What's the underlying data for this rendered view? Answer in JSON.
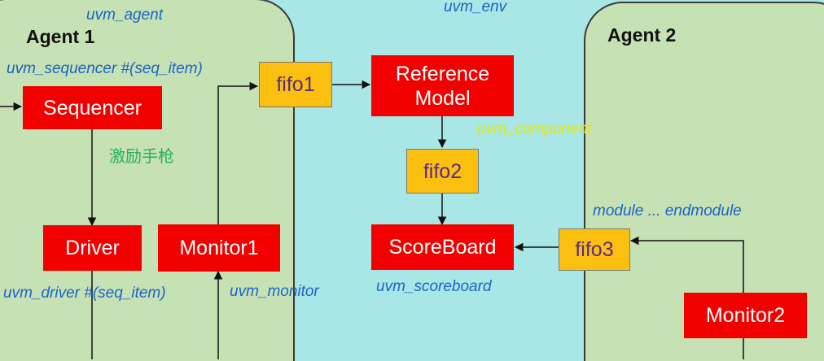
{
  "env_label": "uvm_env",
  "agent1": {
    "title": "Agent 1",
    "class_label": "uvm_agent",
    "sequencer_class": "uvm_sequencer #(seq_item)",
    "sequencer": "Sequencer",
    "stimulus_note": "激励手枪",
    "driver": "Driver",
    "driver_class": "uvm_driver #(seq_item)",
    "monitor": "Monitor1",
    "monitor_class": "uvm_monitor"
  },
  "fifo1": "fifo1",
  "reference_model": "Reference\nModel",
  "component_class": "uvm_component",
  "fifo2": "fifo2",
  "scoreboard": "ScoreBoard",
  "scoreboard_class": "uvm_scoreboard",
  "fifo3": "fifo3",
  "agent2": {
    "title": "Agent 2",
    "module_label": "module ... endmodule",
    "monitor": "Monitor2"
  },
  "colors": {
    "env_bg": "#a9e6e6",
    "agent_bg": "#c6e1b4",
    "component_red": "#f20000",
    "fifo_orange": "#fbbf10",
    "label_blue": "#1c64c4"
  }
}
